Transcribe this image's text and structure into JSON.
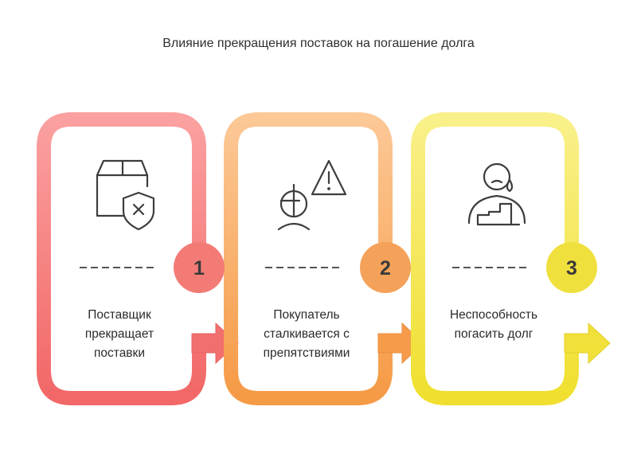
{
  "title": "Влияние прекращения поставок на погашение долга",
  "steps": [
    {
      "number": "1",
      "label": "Поставщик\nпрекращает\nпоставки",
      "icon": "package-cancel-icon",
      "color_light": "#fa9494",
      "color_dark": "#f26d6d",
      "badge": "#f37b76"
    },
    {
      "number": "2",
      "label": "Покупатель\nсталкивается с\nпрепятствиями",
      "icon": "buyer-warning-icon",
      "color_light": "#fbc38a",
      "color_dark": "#f5a150",
      "badge": "#f4a25a"
    },
    {
      "number": "3",
      "label": "Неспособность\nпогасить долг",
      "icon": "sad-person-icon",
      "color_light": "#f8ee5a",
      "color_dark": "#f1e13a",
      "badge": "#f0e03e"
    }
  ]
}
